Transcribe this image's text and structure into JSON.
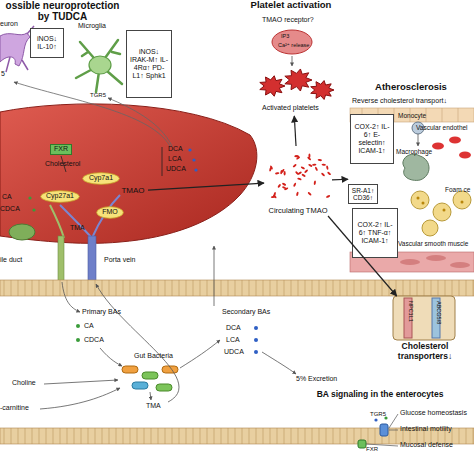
{
  "diagram": {
    "nodes": [
      {
        "text": [
          "iNOS↓ IL-10↑"
        ]
      },
      {
        "text": [
          "iNOS↓ IRAK-M↑ IL-4Rα↑ PD-L1↑ Sphk1"
        ]
      },
      {
        "text": [
          "Platelet activation"
        ]
      },
      {
        "text": [
          "FXR"
        ]
      },
      {
        "text": [
          "Cyp7a1"
        ]
      },
      {
        "text": [
          "TMAO"
        ]
      },
      {
        "text": [
          "Cyp27a1"
        ]
      },
      {
        "text": [
          "FMO"
        ]
      },
      {
        "text": [
          "Atherosclerosis"
        ]
      },
      {
        "text": [
          "COX-2↑ IL-6↑ E-selectin↑ ICAM-1↑"
        ],
        "in": 8
      },
      {
        "text": [
          "SR-A1↑ CD36↑"
        ],
        "in": 8
      },
      {
        "text": [
          "COX-2↑ IL-6↑ TNF-α↑ ICAM-1↑"
        ],
        "in": 8
      },
      {
        "text": [
          "Circulating TMAO"
        ]
      },
      {
        "text": [
          "Cholesterol transporters↓"
        ]
      },
      {
        "text": [
          "BA signaling in the enterocytes"
        ]
      }
    ],
    "edges": [
      {
        "from": 5,
        "to": 12,
        "arrow": "to"
      },
      {
        "from": 12,
        "to": 2,
        "arrow": "to"
      },
      {
        "from": 12,
        "to": 8,
        "arrow": "to"
      },
      {
        "from": 12,
        "to": 13,
        "arrow": "to"
      }
    ],
    "labels": [
      "ossible neuroprotection by TUDCA",
      "euron",
      "5",
      "Microglia",
      "TGR5",
      "TMAO receptor?",
      "IP3",
      "Ca²⁺ release",
      "Activated platelets",
      "Cholesterol",
      "DCA",
      "LCA",
      "UDCA",
      "CA",
      "CDCA",
      "TMA",
      "Reverse cholesterol transport↓",
      "Monocyte",
      "Vascular endothel",
      "Macrophage",
      "Foam ce",
      "Vascular smooth muscle",
      "ile duct",
      "Porta vein",
      "NPC1L1",
      "ABCG5/8",
      "Primary BAs",
      "CA",
      "CDCA",
      "Gut Bacteria",
      "Secondary BAs",
      "DCA",
      "LCA",
      "UDCA",
      "Choline",
      "-carnitine",
      "TMA",
      "5% Excretion",
      "TGR5",
      "FXR",
      "Glucose homeostasis",
      "Intestinal motility",
      "Mucosal defense"
    ]
  }
}
